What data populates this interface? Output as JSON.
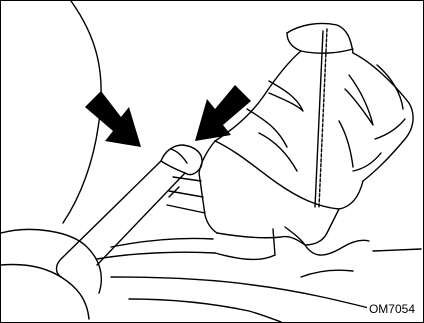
{
  "figure": {
    "code": "OM7054",
    "colors": {
      "line": "#000000",
      "background": "#ffffff"
    },
    "arrows": [
      "left-arrow",
      "right-arrow"
    ]
  }
}
